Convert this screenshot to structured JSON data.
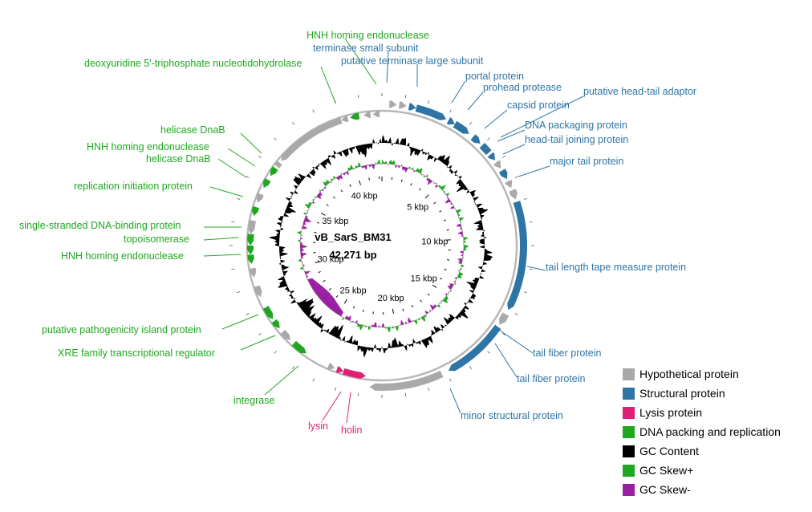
{
  "genome": {
    "name": "vB_SarS_BM31",
    "length_text": "42,271 bp",
    "length_bp": 42271
  },
  "colors": {
    "hypothetical": "#a9a9a9",
    "structural": "#2e75a6",
    "lysis": "#e01f76",
    "dna": "#1fa81f",
    "gc_content": "#000000",
    "gc_skew_pos": "#1fa81f",
    "gc_skew_neg": "#9b1fa3"
  },
  "legend": [
    {
      "label": "Hypothetical protein",
      "color": "#a9a9a9"
    },
    {
      "label": "Structural protein",
      "color": "#2e75a6"
    },
    {
      "label": "Lysis protein",
      "color": "#e01f76"
    },
    {
      "label": "DNA packing and replication",
      "color": "#1fa81f"
    },
    {
      "label": "GC Content",
      "color": "#000000"
    },
    {
      "label": "GC Skew+",
      "color": "#1fa81f"
    },
    {
      "label": "GC Skew-",
      "color": "#9b1fa3"
    }
  ],
  "kbp_ticks": [
    "5 kbp",
    "10 kbp",
    "15 kbp",
    "20 kbp",
    "25 kbp",
    "30 kbp",
    "35 kbp",
    "40 kbp"
  ],
  "annotations": [
    {
      "text": "HNH homing endonuclease",
      "category": "dna"
    },
    {
      "text": "terminase small subunit",
      "category": "structural"
    },
    {
      "text": "putative terminase large subunit",
      "category": "structural"
    },
    {
      "text": "portal protein",
      "category": "structural"
    },
    {
      "text": "prohead protease",
      "category": "structural"
    },
    {
      "text": "capsid protein",
      "category": "structural"
    },
    {
      "text": "putative head-tail adaptor",
      "category": "structural"
    },
    {
      "text": "DNA packaging protein",
      "category": "structural"
    },
    {
      "text": "head-tail joining protein",
      "category": "structural"
    },
    {
      "text": "major tail protein",
      "category": "structural"
    },
    {
      "text": "tail length tape measure protein",
      "category": "structural"
    },
    {
      "text": "tail fiber protein",
      "category": "structural"
    },
    {
      "text": "tail fiber protein",
      "category": "structural"
    },
    {
      "text": "minor structural protein",
      "category": "structural"
    },
    {
      "text": "holin",
      "category": "lysis"
    },
    {
      "text": "lysin",
      "category": "lysis"
    },
    {
      "text": "integrase",
      "category": "dna"
    },
    {
      "text": "XRE family transcriptional regulator",
      "category": "dna"
    },
    {
      "text": "putative pathogenicity island protein",
      "category": "dna"
    },
    {
      "text": "HNH homing endonuclease",
      "category": "dna"
    },
    {
      "text": "topoisomerase",
      "category": "dna"
    },
    {
      "text": "single-stranded DNA-binding protein",
      "category": "dna"
    },
    {
      "text": "replication initiation protein",
      "category": "dna"
    },
    {
      "text": "helicase DnaB",
      "category": "dna"
    },
    {
      "text": "HNH homing endonuclease",
      "category": "dna"
    },
    {
      "text": "helicase DnaB",
      "category": "dna"
    },
    {
      "text": "deoxyuridine 5'-triphosphate nucleotidohydrolase",
      "category": "dna"
    }
  ]
}
